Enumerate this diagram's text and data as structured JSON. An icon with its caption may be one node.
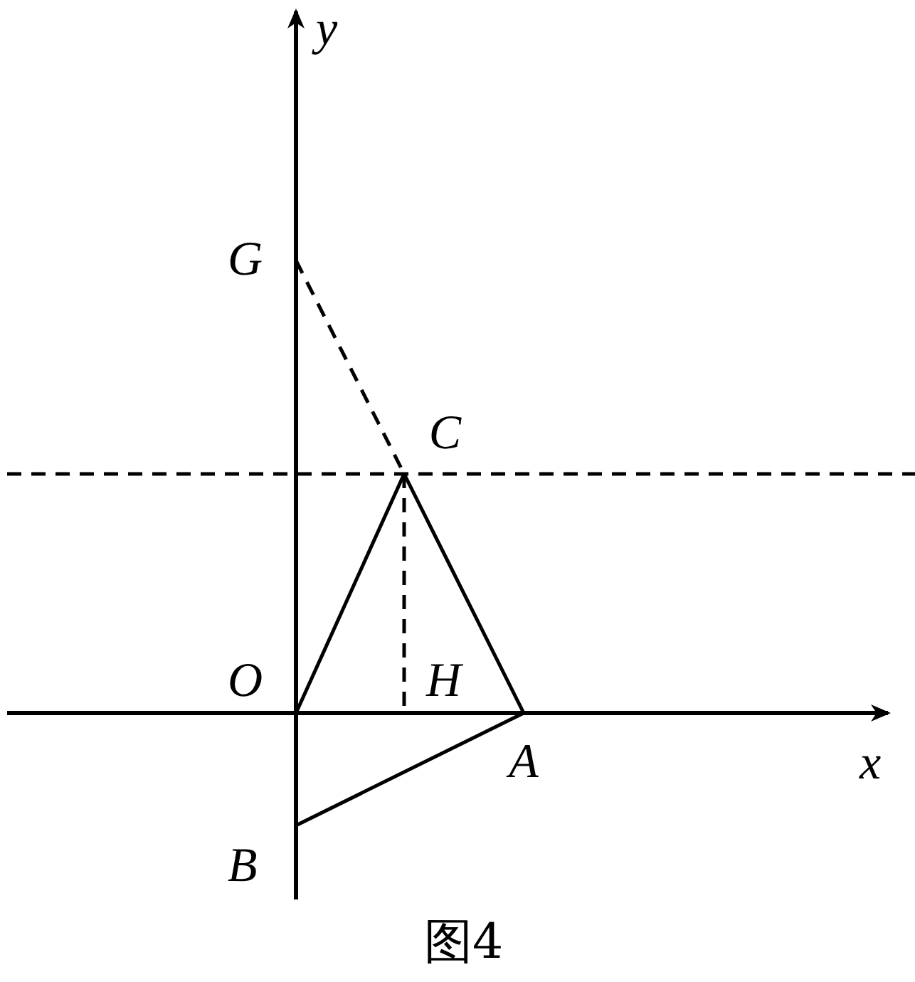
{
  "diagram": {
    "caption": "图4",
    "nodes": [
      {
        "text": [
          "G"
        ]
      },
      {
        "text": [
          "C"
        ]
      },
      {
        "text": [
          "O"
        ]
      },
      {
        "text": [
          "H"
        ]
      },
      {
        "text": [
          "A"
        ]
      },
      {
        "text": [
          "B"
        ]
      }
    ],
    "edges": [
      {
        "from": 0,
        "to": 1,
        "arrow": "none",
        "style": "dashed"
      },
      {
        "from": 1,
        "to": 3,
        "arrow": "none",
        "style": "dashed"
      },
      {
        "from": 2,
        "to": 1,
        "arrow": "none"
      },
      {
        "from": 1,
        "to": 4,
        "arrow": "none"
      },
      {
        "from": 2,
        "to": 4,
        "arrow": "none"
      },
      {
        "from": 4,
        "to": 5,
        "arrow": "none"
      },
      {
        "from": 2,
        "to": 5,
        "arrow": "none"
      }
    ],
    "labels": [
      "y",
      "x"
    ]
  }
}
